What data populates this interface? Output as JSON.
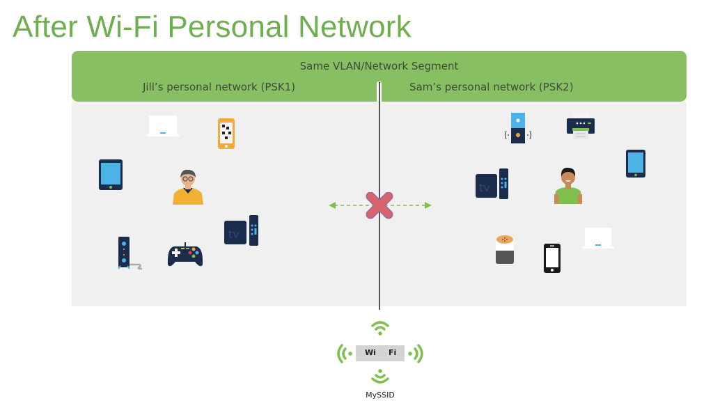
{
  "title": "After Wi-Fi Personal Network",
  "segment": {
    "label": "Same VLAN/Network Segment",
    "networks": [
      {
        "label": "Jill’s personal network (PSK1)",
        "owner": "Jill",
        "psk": "PSK1"
      },
      {
        "label": "Sam’s personal network (PSK2)",
        "owner": "Sam",
        "psk": "PSK2"
      }
    ]
  },
  "left_devices": [
    "laptop-icon",
    "smartphone-icon",
    "tablet-icon",
    "person-jill-icon",
    "media-tower-icon",
    "game-controller-icon",
    "tv-box-icon"
  ],
  "right_devices": [
    "doorbell-camera-icon",
    "printer-icon",
    "tablet-icon",
    "tv-box-icon",
    "person-sam-icon",
    "smart-speaker-icon",
    "smartphone-icon",
    "laptop-icon"
  ],
  "isolation": {
    "icon": "blocked-x-icon",
    "arrows": "bidirectional-dashed-arrow"
  },
  "access_point": {
    "left_text": "Wi",
    "right_text": "Fi",
    "ssid": "MySSID"
  },
  "colors": {
    "title": "#6fae4f",
    "header": "#88bf63",
    "panel": "#f0f0f0",
    "block": "#d9636b",
    "navy": "#1c2c4c",
    "accent_blue": "#4db3e6",
    "wifi_green": "#7ebf4e"
  }
}
